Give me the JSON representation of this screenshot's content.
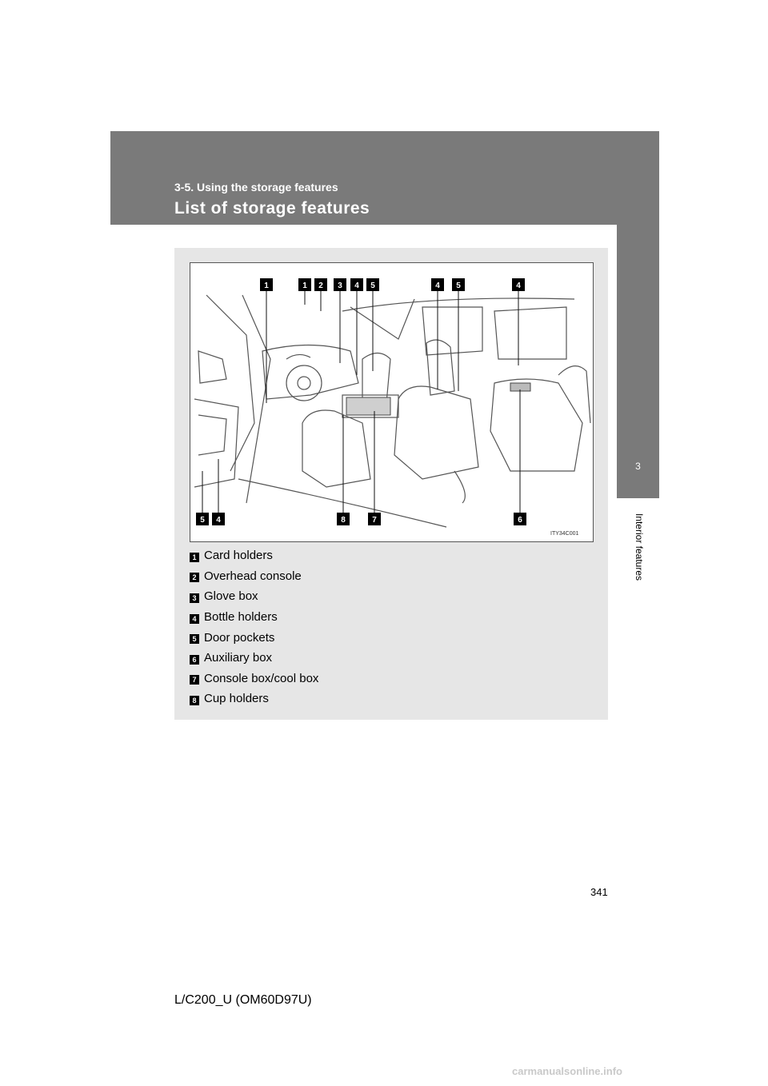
{
  "header": {
    "section": "3-5. Using the storage features",
    "title": "List of storage features"
  },
  "side_tab": {
    "chapter_number": "3",
    "chapter_name": "Interior features"
  },
  "illustration": {
    "callouts_top": [
      "1",
      "1",
      "2",
      "3",
      "4",
      "5",
      "4",
      "5",
      "4"
    ],
    "callouts_bottom": [
      "5",
      "4",
      "8",
      "7",
      "6"
    ],
    "image_code": "ITY34C001"
  },
  "legend": [
    {
      "num": "1",
      "label": "Card holders"
    },
    {
      "num": "2",
      "label": "Overhead console"
    },
    {
      "num": "3",
      "label": "Glove box"
    },
    {
      "num": "4",
      "label": "Bottle holders"
    },
    {
      "num": "5",
      "label": "Door pockets"
    },
    {
      "num": "6",
      "label": "Auxiliary box"
    },
    {
      "num": "7",
      "label": "Console box/cool box"
    },
    {
      "num": "8",
      "label": "Cup holders"
    }
  ],
  "page_number": "341",
  "footer_code": "L/C200_U (OM60D97U)",
  "watermark": "carmanualsonline.info"
}
